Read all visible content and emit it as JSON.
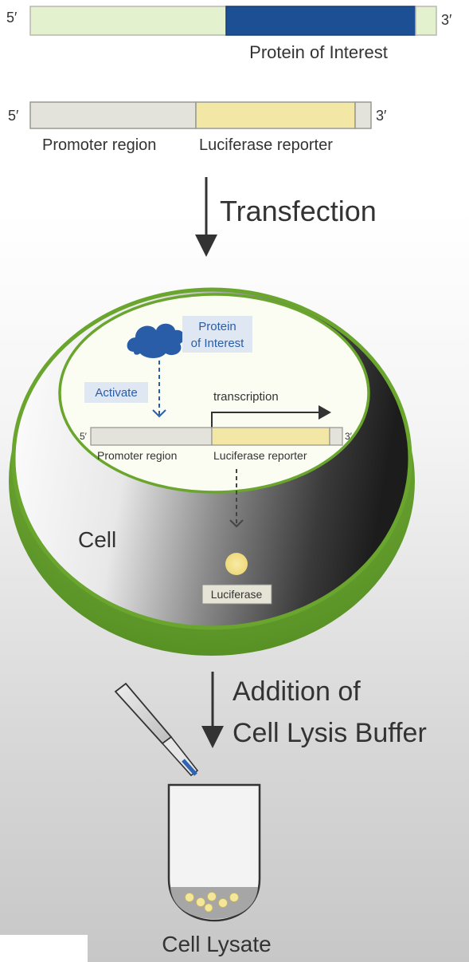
{
  "construct1": {
    "five_prime": "5′",
    "three_prime": "3′",
    "label": "Protein of Interest"
  },
  "construct2": {
    "five_prime": "5′",
    "three_prime": "3′",
    "promoter_label": "Promoter region",
    "reporter_label": "Luciferase reporter"
  },
  "steps": {
    "transfection": "Transfection",
    "lysis_line1": "Addition of",
    "lysis_line2": "Cell Lysis Buffer"
  },
  "cell": {
    "label": "Cell",
    "protein_line1": "Protein",
    "protein_line2": "of Interest",
    "activate": "Activate",
    "transcription": "transcription",
    "five_prime": "5′",
    "three_prime": "3′",
    "promoter_label": "Promoter region",
    "reporter_label": "Luciferase reporter",
    "luciferase": "Luciferase"
  },
  "result": {
    "label": "Cell Lysate"
  },
  "colors": {
    "light_green": "#e4f1cf",
    "dark_blue": "#1d4f95",
    "promoter_gray": "#e3e3dc",
    "reporter_yellow": "#f3e7a5",
    "cell_green": "#6aa62e",
    "text_blue": "#2a5da8"
  }
}
